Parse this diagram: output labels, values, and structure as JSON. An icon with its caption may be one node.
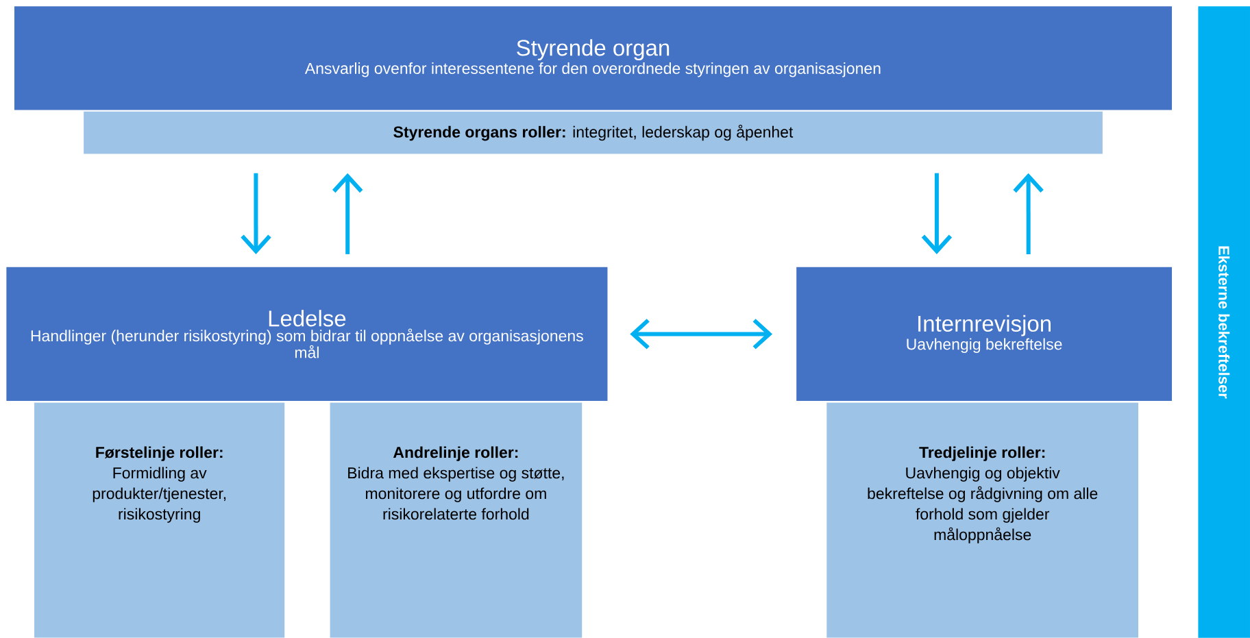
{
  "diagram": {
    "nodes": [
      {
        "text": [
          "Styrende organ",
          "Ansvarlig ovenfor interessentene for den overordnede styringen av organisasjonen"
        ]
      },
      {
        "text": [
          "**Styrende organs roller:** integritet, lederskap og åpenhet"
        ]
      },
      {
        "text": [
          "Ledelse",
          "Handlinger (herunder risikostyring) som bidrar til oppnåelse av organisasjonens mål"
        ]
      },
      {
        "text": [
          "Internrevisjon",
          "Uavhengig bekreftelse"
        ]
      },
      {
        "text": [
          "Førstelinje roller:",
          "Formidling av produkter/tjenester, risikostyring"
        ]
      },
      {
        "text": [
          "Andrelinje roller:",
          "Bidra med ekspertise og støtte, monitorere og utfordre om risikorelaterte forhold"
        ]
      },
      {
        "text": [
          "Tredjelinje roller:",
          "Uavhengig og objektiv bekreftelse og rådgivning om alle forhold som gjelder måloppnåelse"
        ]
      },
      {
        "text": [
          "Eksterne bekreftelser"
        ]
      }
    ],
    "edges": [
      {
        "from": 1,
        "to": 2,
        "arrow": "to"
      },
      {
        "from": 2,
        "to": 1,
        "arrow": "to"
      },
      {
        "from": 1,
        "to": 3,
        "arrow": "to"
      },
      {
        "from": 3,
        "to": 1,
        "arrow": "to"
      },
      {
        "from": 2,
        "to": 3,
        "arrow": "both"
      }
    ]
  }
}
